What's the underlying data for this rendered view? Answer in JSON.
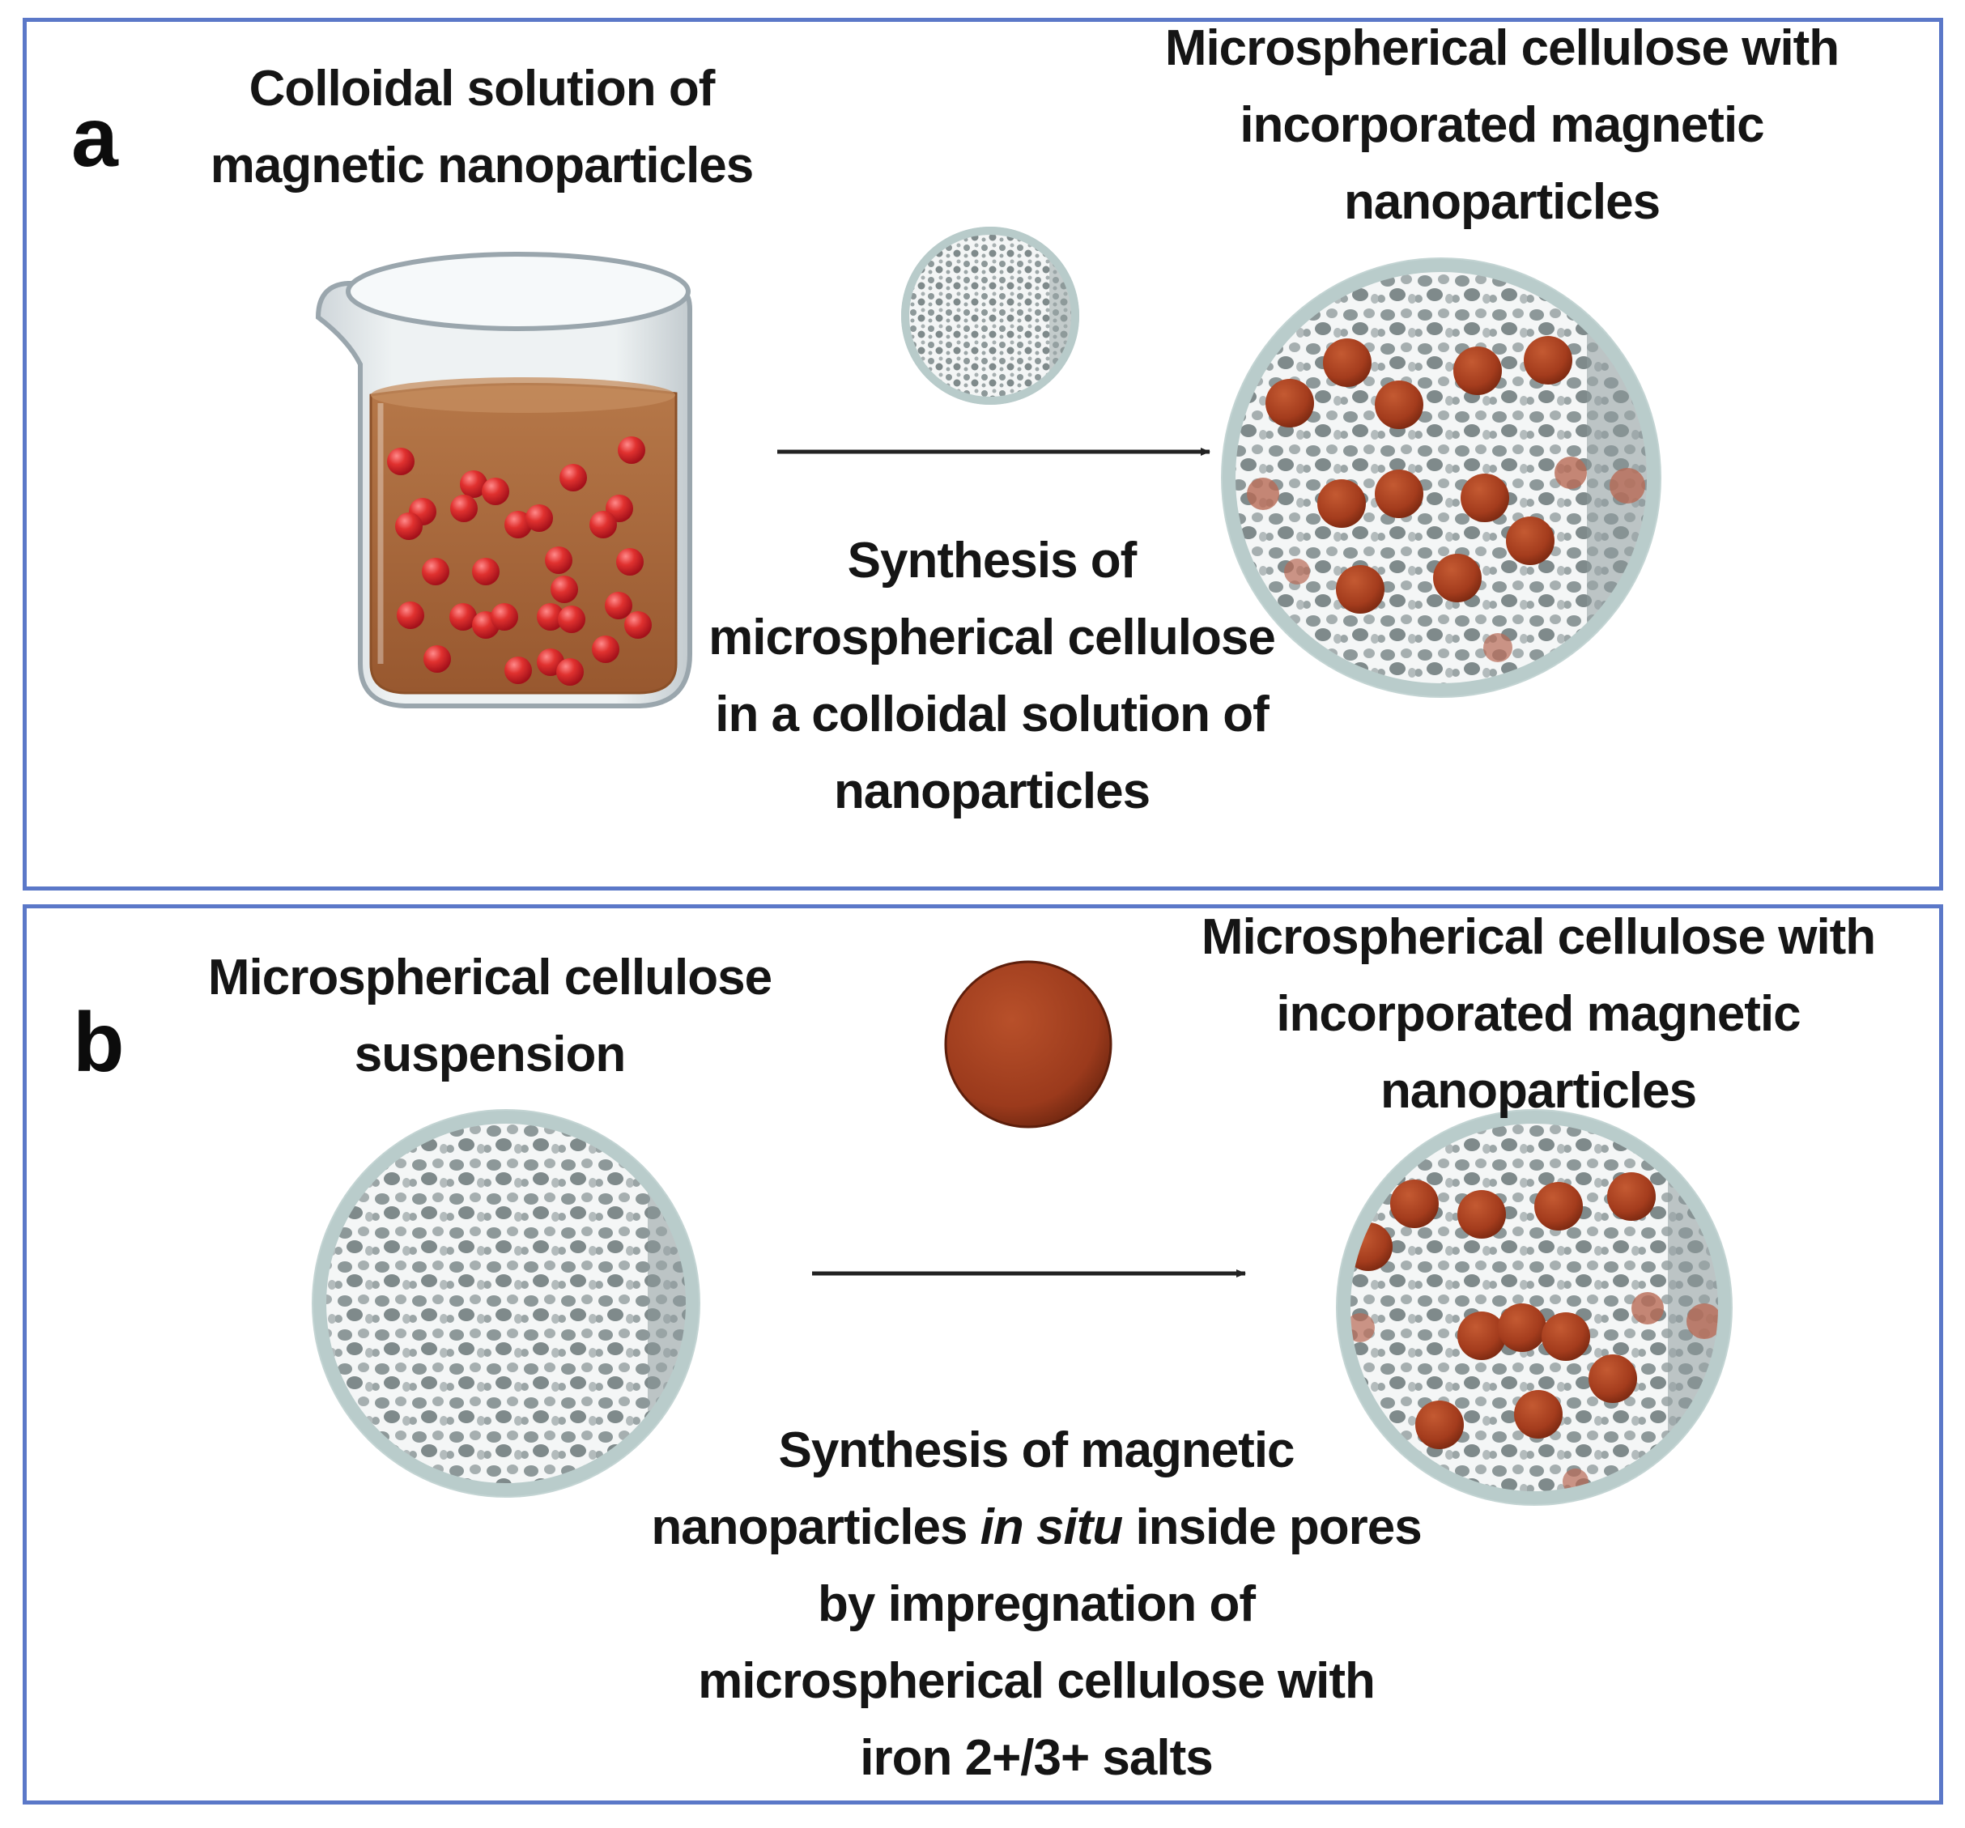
{
  "panel_a": {
    "letter": "a",
    "source_caption": [
      "Colloidal solution of",
      "magnetic nanoparticles"
    ],
    "result_caption": [
      "Microspherical cellulose with",
      "incorporated magnetic",
      "nanoparticles"
    ],
    "process_caption": [
      "Synthesis of",
      "microspherical cellulose",
      "in a colloidal solution of",
      "nanoparticles"
    ]
  },
  "panel_b": {
    "letter": "b",
    "source_caption": [
      "Microspherical cellulose",
      "suspension"
    ],
    "result_caption": [
      "Microspherical cellulose with",
      "incorporated magnetic",
      "nanoparticles"
    ],
    "process_caption": {
      "line1": "Synthesis of magnetic",
      "line2_pre": "nanoparticles ",
      "line2_italic": "in situ",
      "line2_post": " inside pores",
      "line3": "by impregnation of",
      "line4": "microspherical cellulose with",
      "line5": "iron 2+/3+ salts"
    }
  },
  "colors": {
    "frame": "#5b78c8",
    "liquid": "#a9683c",
    "nanoparticle_red": "#d5262c",
    "nanoparticle_brown": "#a8401f",
    "cellulose_rim": "#bcd0cf",
    "pore": "#8a9596"
  }
}
